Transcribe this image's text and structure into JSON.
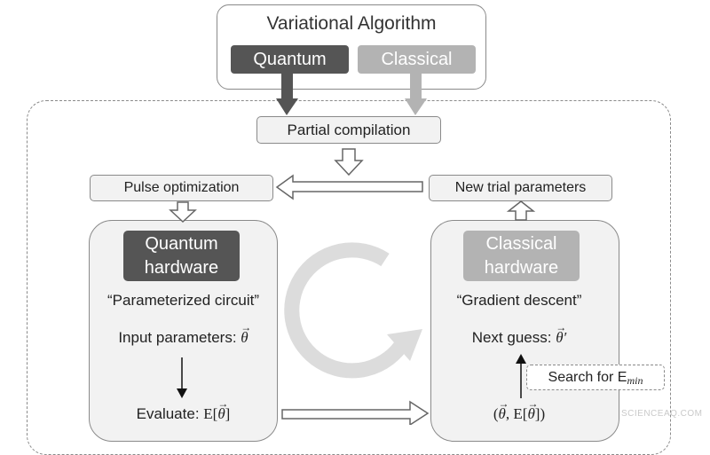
{
  "title": "Variational Algorithm",
  "top_quantum": "Quantum",
  "top_classical": "Classical",
  "partial_compilation": "Partial compilation",
  "pulse_optimization": "Pulse optimization",
  "new_trial_parameters": "New trial parameters",
  "quantum_hw": {
    "line1": "Quantum",
    "line2": "hardware"
  },
  "classical_hw": {
    "line1": "Classical",
    "line2": "hardware"
  },
  "parameterized_circuit": "“Parameterized circuit”",
  "gradient_descent": "“Gradient descent”",
  "input_parameters": "Input parameters: ",
  "next_guess": "Next guess: ",
  "search_for": "Search for E",
  "search_sub": "min",
  "evaluate": "Evaluate: ",
  "watermark": "SCIENCEAQ.COM",
  "colors": {
    "dark": "#555555",
    "light": "#b3b3b3",
    "panel": "#f2f2f2",
    "border": "#8a8a8a"
  }
}
